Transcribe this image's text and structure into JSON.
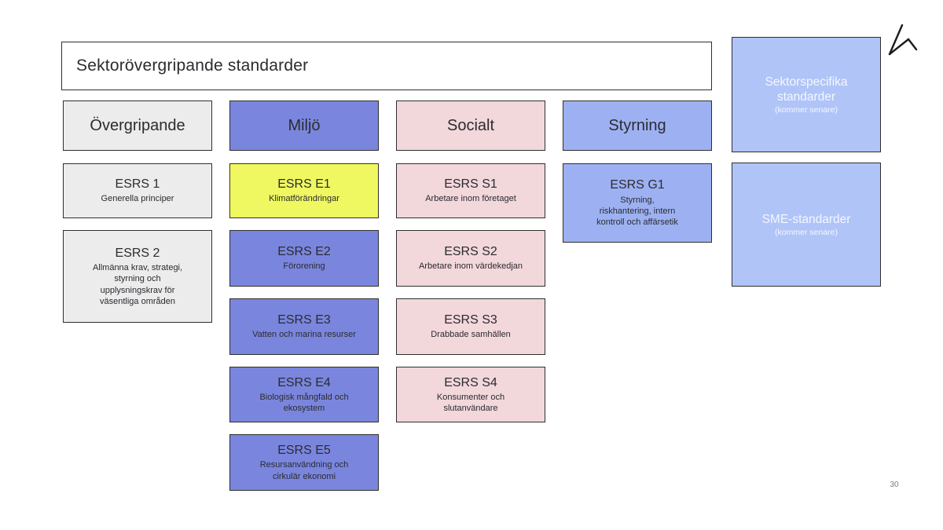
{
  "page": {
    "number": "30"
  },
  "title_box": {
    "label": "Sektorövergripande standarder"
  },
  "columns": [
    {
      "id": "overgripande",
      "header": "Övergripande",
      "cards": [
        {
          "title": "ESRS 1",
          "subtitle": "Generella principer"
        },
        {
          "title": "ESRS 2",
          "subtitle": "Allmänna krav, strategi,\nstyrning och\nupplysningskrav för\nväsentliga områden"
        }
      ]
    },
    {
      "id": "miljo",
      "header": "Miljö",
      "cards": [
        {
          "title": "ESRS E1",
          "subtitle": "Klimatförändringar",
          "highlighted": true
        },
        {
          "title": "ESRS E2",
          "subtitle": "Förorening"
        },
        {
          "title": "ESRS E3",
          "subtitle": "Vatten och marina resurser"
        },
        {
          "title": "ESRS E4",
          "subtitle": "Biologisk mångfald och\nekosystem"
        },
        {
          "title": "ESRS E5",
          "subtitle": "Resursanvändning och\ncirkulär ekonomi"
        }
      ]
    },
    {
      "id": "socialt",
      "header": "Socialt",
      "cards": [
        {
          "title": "ESRS S1",
          "subtitle": "Arbetare inom företaget"
        },
        {
          "title": "ESRS S2",
          "subtitle": "Arbetare inom värdekedjan"
        },
        {
          "title": "ESRS S3",
          "subtitle": "Drabbade samhällen"
        },
        {
          "title": "ESRS S4",
          "subtitle": "Konsumenter och\nslutanvändare"
        }
      ]
    },
    {
      "id": "styrning",
      "header": "Styrning",
      "cards": [
        {
          "title": "ESRS G1",
          "subtitle": "Styrning,\nriskhantering,  intern\nkontroll och affärsetik"
        }
      ]
    }
  ],
  "side_boxes": [
    {
      "title": "Sektorspecifika\nstandarder",
      "note": "(kommer senare)"
    },
    {
      "title": "SME-standarder",
      "note": "(kommer senare)"
    }
  ],
  "icons": {
    "logo": "zigzag-handwritten-mark"
  },
  "colors": {
    "gray": "#ececec",
    "blue": "#7a86dd",
    "blue_light": "#9db1f2",
    "blue_pale": "#b0c4f8",
    "pink": "#f2d7db",
    "yellow": "#eff860",
    "border": "#2f2f2f",
    "text_dark": "#2b2b31",
    "text_light": "#f4f7ff",
    "page_bg": "#ffffff",
    "muted": "#7d7d7d"
  }
}
